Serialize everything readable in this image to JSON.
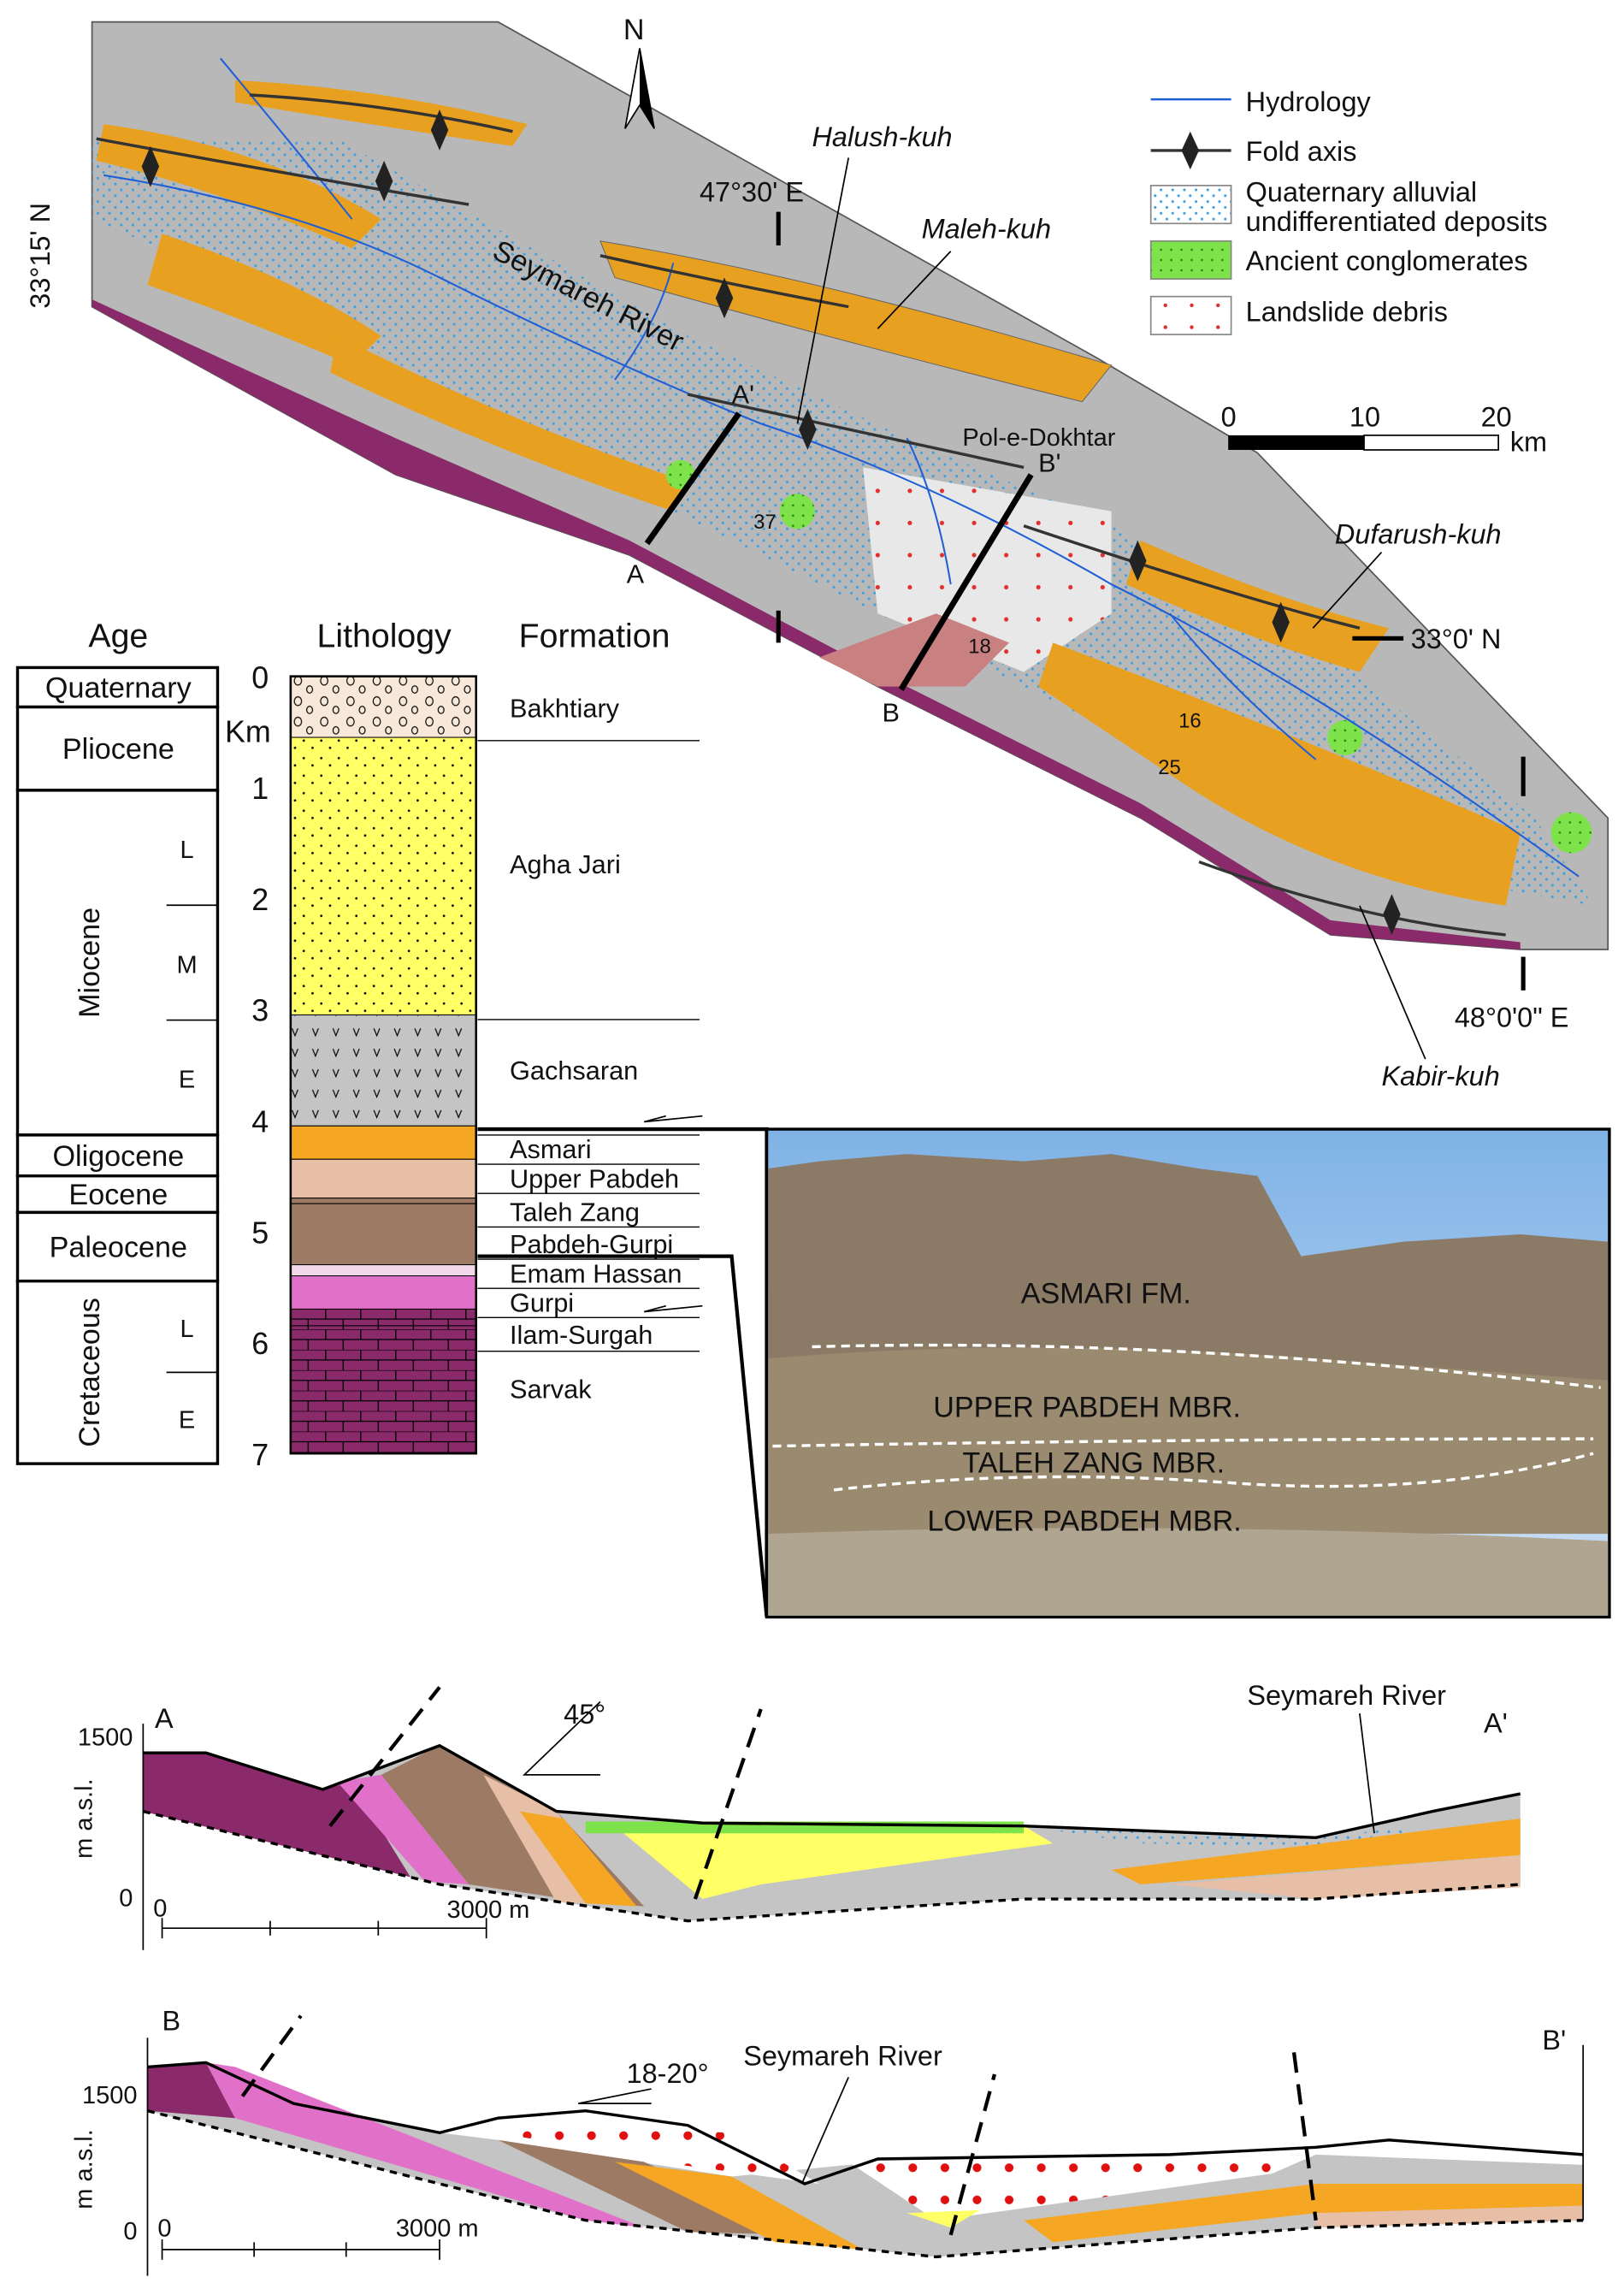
{
  "map": {
    "north": "N",
    "labels": {
      "halush": "Halush-kuh",
      "maleh": "Maleh-kuh",
      "dufarush": "Dufarush-kuh",
      "kabir": "Kabir-kuh",
      "river": "Seymareh River",
      "town": "Pol-e-Dokhtar"
    },
    "coords": {
      "lat1": "33°15' N",
      "lat2": "33°0' N",
      "lon1": "47°30' E",
      "lon2": "48°0'0\" E"
    },
    "section_ends": {
      "a": "A",
      "a2": "A'",
      "b": "B",
      "b2": "B'"
    },
    "dips": [
      "37",
      "18",
      "16",
      "25"
    ],
    "scale": {
      "ticks": [
        "0",
        "10",
        "20"
      ],
      "unit": "km"
    },
    "legend": [
      {
        "label": "Hydrology",
        "color": "#1f5fd6"
      },
      {
        "label": "Fold axis",
        "color": "#333333"
      },
      {
        "label": "Quaternary alluvial undifferentiated deposits",
        "line1": "Quaternary alluvial",
        "line2": "undifferentiated deposits",
        "color": "#3fa0e0"
      },
      {
        "label": "Ancient conglomerates",
        "color": "#7ee24a"
      },
      {
        "label": "Landslide debris",
        "color": "#e03030"
      }
    ]
  },
  "column": {
    "headers": {
      "age": "Age",
      "lithology": "Lithology",
      "formation": "Formation"
    },
    "depth_unit": "Km",
    "depth_ticks": [
      "0",
      "1",
      "2",
      "3",
      "4",
      "5",
      "6",
      "7"
    ],
    "ages": [
      {
        "label": "Quaternary"
      },
      {
        "label": "Pliocene"
      },
      {
        "label": "Miocene",
        "subs": [
          "L",
          "M",
          "E"
        ]
      },
      {
        "label": "Oligocene"
      },
      {
        "label": "Eocene"
      },
      {
        "label": "Paleocene"
      },
      {
        "label": "Cretaceous",
        "subs": [
          "L",
          "E"
        ]
      }
    ],
    "formations": [
      {
        "name": "Bakhtiary",
        "top_km": 0,
        "base_km": 0.55,
        "color": "#f7e8da"
      },
      {
        "name": "Agha Jari",
        "top_km": 0.55,
        "base_km": 3.05,
        "color": "#ffff66"
      },
      {
        "name": "Gachsaran",
        "top_km": 3.05,
        "base_km": 4.05,
        "color": "#c4c4c4"
      },
      {
        "name": "Asmari",
        "top_km": 4.05,
        "base_km": 4.35,
        "color": "#f5a623"
      },
      {
        "name": "Upper Pabdeh",
        "top_km": 4.35,
        "base_km": 4.7,
        "color": "#e7bfa6"
      },
      {
        "name": "Taleh Zang",
        "top_km": 4.7,
        "base_km": 4.75,
        "color": "#9c7a63"
      },
      {
        "name": "Pabdeh-Gurpi",
        "top_km": 4.75,
        "base_km": 5.3,
        "color": "#9c7a63"
      },
      {
        "name": "Emam Hassan",
        "top_km": 5.3,
        "base_km": 5.4,
        "color": "#f2d8e8"
      },
      {
        "name": "Gurpi",
        "top_km": 5.4,
        "base_km": 5.7,
        "color": "#e070c8"
      },
      {
        "name": "Ilam-Surgah",
        "top_km": 5.7,
        "base_km": 5.85,
        "color": "#d040a0"
      },
      {
        "name": "Sarvak",
        "top_km": 5.85,
        "base_km": 7.0,
        "color": "#8a2a6a"
      }
    ]
  },
  "photo": {
    "labels": [
      "ASMARI FM.",
      "UPPER PABDEH MBR.",
      "TALEH ZANG MBR.",
      "LOWER PABDEH MBR."
    ]
  },
  "sections": [
    {
      "start": "A",
      "end": "A'",
      "ylabel": "m a.s.l.",
      "yticks": [
        "1500",
        "0"
      ],
      "scale": [
        "0",
        "3000 m"
      ],
      "dip": "45°",
      "river": "Seymareh River"
    },
    {
      "start": "B",
      "end": "B'",
      "ylabel": "m a.s.l.",
      "yticks": [
        "1500",
        "0"
      ],
      "scale": [
        "0",
        "3000 m"
      ],
      "dip": "18-20°",
      "river": "Seymareh River"
    }
  ]
}
